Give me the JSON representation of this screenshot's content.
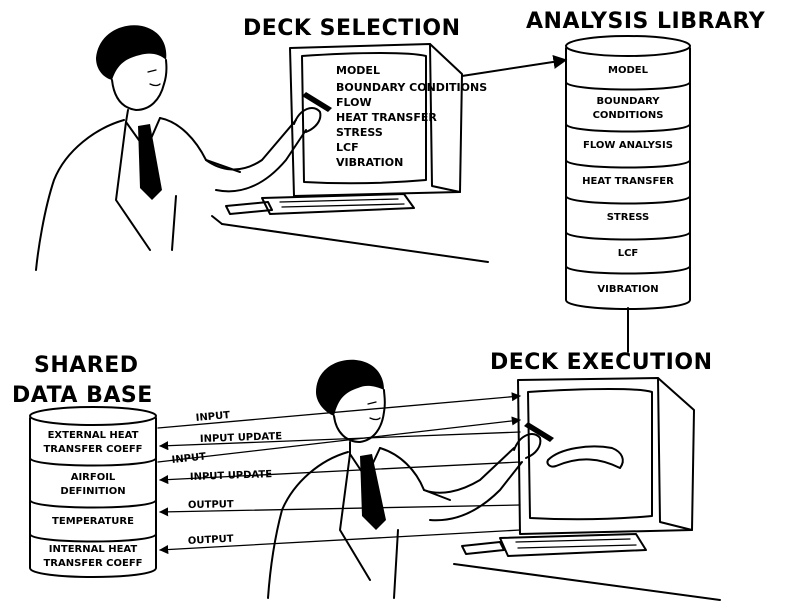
{
  "headings": {
    "deck_selection": "DECK SELECTION",
    "analysis_library": "ANALYSIS LIBRARY",
    "deck_execution": "DECK EXECUTION",
    "shared_data_base_line1": "SHARED",
    "shared_data_base_line2": "DATA BASE"
  },
  "selection_menu": [
    "MODEL",
    "BOUNDARY CONDITIONS",
    "FLOW",
    "HEAT TRANSFER",
    "STRESS",
    "LCF",
    "VIBRATION"
  ],
  "library_sections": [
    [
      "MODEL"
    ],
    [
      "BOUNDARY",
      "CONDITIONS"
    ],
    [
      "FLOW ANALYSIS"
    ],
    [
      "HEAT TRANSFER"
    ],
    [
      "STRESS"
    ],
    [
      "LCF"
    ],
    [
      "VIBRATION"
    ]
  ],
  "database_sections": [
    [
      "EXTERNAL HEAT",
      "TRANSFER COEFF"
    ],
    [
      "AIRFOIL",
      "DEFINITION"
    ],
    [
      "TEMPERATURE"
    ],
    [
      "INTERNAL HEAT",
      "TRANSFER COEFF"
    ]
  ],
  "arrow_labels": {
    "input_1": "INPUT",
    "input_update_1": "INPUT UPDATE",
    "input_2": "INPUT",
    "input_update_2": "INPUT UPDATE",
    "output_1": "OUTPUT",
    "output_2": "OUTPUT"
  },
  "colors": {
    "ink": "#000000",
    "paper": "#ffffff"
  }
}
